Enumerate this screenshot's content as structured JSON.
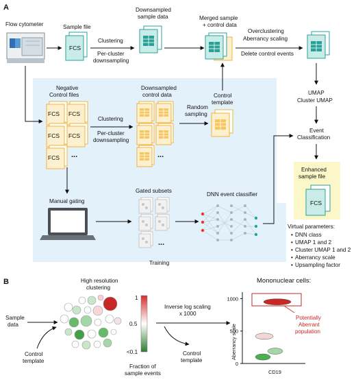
{
  "panels": {
    "a": "A",
    "b": "B"
  },
  "labels": {
    "flow_cytometer": "Flow cytometer",
    "sample_file": "Sample file",
    "fcs": "FCS",
    "clustering": "Clustering",
    "per_cluster": "Per-cluster",
    "downsampling": "downsampling",
    "downsampled_1": "Downsampled",
    "downsampled_2": "sample data",
    "merged_1": "Merged sample",
    "merged_2": "+ control data",
    "overclustering": "Overclustering",
    "aberrancy_scaling": "Aberrancy scaling",
    "delete_control": "Delete control events",
    "umap": "UMAP",
    "cluster_umap": "Cluster UMAP",
    "event": "Event",
    "classification": "Classification",
    "enhanced_1": "Enhanced",
    "enhanced_2": "sample file",
    "negative": "Negative",
    "control_files": "Control files",
    "ds_control_1": "Downsampled",
    "ds_control_2": "control data",
    "random": "Random",
    "sampling": "sampling",
    "control": "Control",
    "template": "template",
    "ellipsis": "...",
    "manual_gating": "Manual gating",
    "gated_subsets": "Gated subsets",
    "dnn": "DNN event classifier",
    "training": "Training",
    "virtual_params_title": "Virtual parameters:",
    "virtual_params": [
      "DNN class",
      "UMAP 1 and 2",
      "Cluster UMAP 1 and 2",
      "Aberrancy scale",
      "Upsampling factor"
    ],
    "bullet": "•",
    "b_high_res_1": "High resolution",
    "b_high_res_2": "clustering",
    "b_sample_1": "Sample",
    "b_sample_2": "data",
    "b_control_1": "Control",
    "b_control_2": "template",
    "scale_top": "1",
    "scale_mid": "0.5",
    "scale_bot": "<0.1",
    "fraction_1": "Fraction of",
    "fraction_2": "sample events",
    "inverse_1": "Inverse  log scaling",
    "inverse_2": "x 1000",
    "b_control_out_1": "Control",
    "b_control_out_2": "template",
    "mono_title": "Mononuclear cells:",
    "axis_y": "Aberrancy scale",
    "axis_x": "CD19",
    "tick_1000": "1000",
    "tick_500": "500",
    "tick_0": "0",
    "aberrant_1": "Potentially",
    "aberrant_2": "Aberrant",
    "aberrant_3": "population"
  },
  "colors": {
    "teal": "#2aa198",
    "teal_light": "#c9ece9",
    "orange": "#f2b43a",
    "orange_light": "#fdf0cf",
    "blue_panel": "#e3f1fb",
    "red": "#c62828",
    "green": "#4caf50"
  },
  "chart_data": {
    "type": "scatter",
    "title": "Mononuclear cells:",
    "xlabel": "CD19",
    "ylabel": "Aberrancy scale",
    "y_ticks": [
      0,
      500,
      1000
    ],
    "populations": [
      {
        "label": "Potentially Aberrant population",
        "y": 950,
        "color": "#c62828"
      },
      {
        "y": 420,
        "color": "#f3d6d6"
      },
      {
        "y": 190,
        "color": "#a5d6a7"
      },
      {
        "y": 100,
        "color": "#4caf50"
      }
    ]
  }
}
